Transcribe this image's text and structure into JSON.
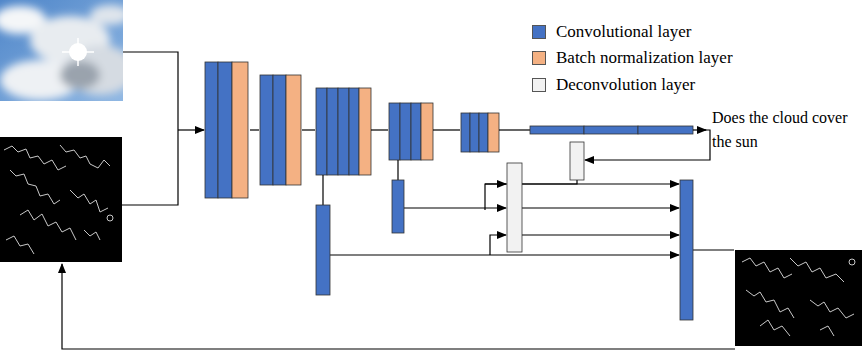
{
  "diagram": {
    "labels": [
      "Does the cloud cover the sun"
    ],
    "legend": [
      {
        "text": "Convolutional layer",
        "color": "#4472c4"
      },
      {
        "text": "Batch normalization layer",
        "color": "#f4b183"
      },
      {
        "text": "Deconvolution layer",
        "color": "#f2f2f2"
      }
    ]
  }
}
